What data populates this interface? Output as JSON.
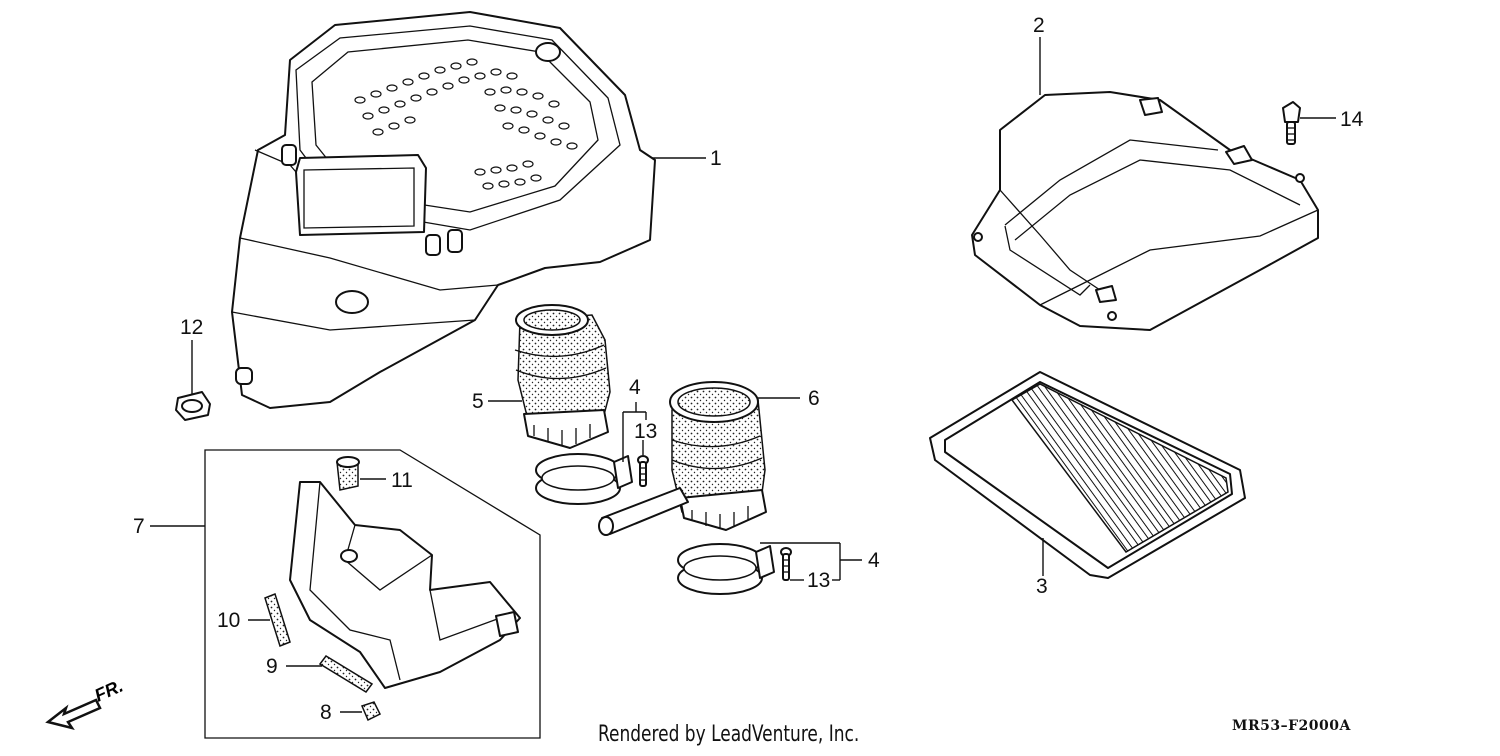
{
  "diagram": {
    "callouts": {
      "p1": "1",
      "p2": "2",
      "p3": "3",
      "p4a": "4",
      "p4b": "4",
      "p5": "5",
      "p6": "6",
      "p7": "7",
      "p8": "8",
      "p9": "9",
      "p10": "10",
      "p11": "11",
      "p12": "12",
      "p13a": "13",
      "p13b": "13",
      "p14": "14"
    },
    "front_marker": "FR."
  },
  "footer": {
    "credit": "Rendered by LeadVenture, Inc.",
    "code": "MR53–F2000A"
  }
}
